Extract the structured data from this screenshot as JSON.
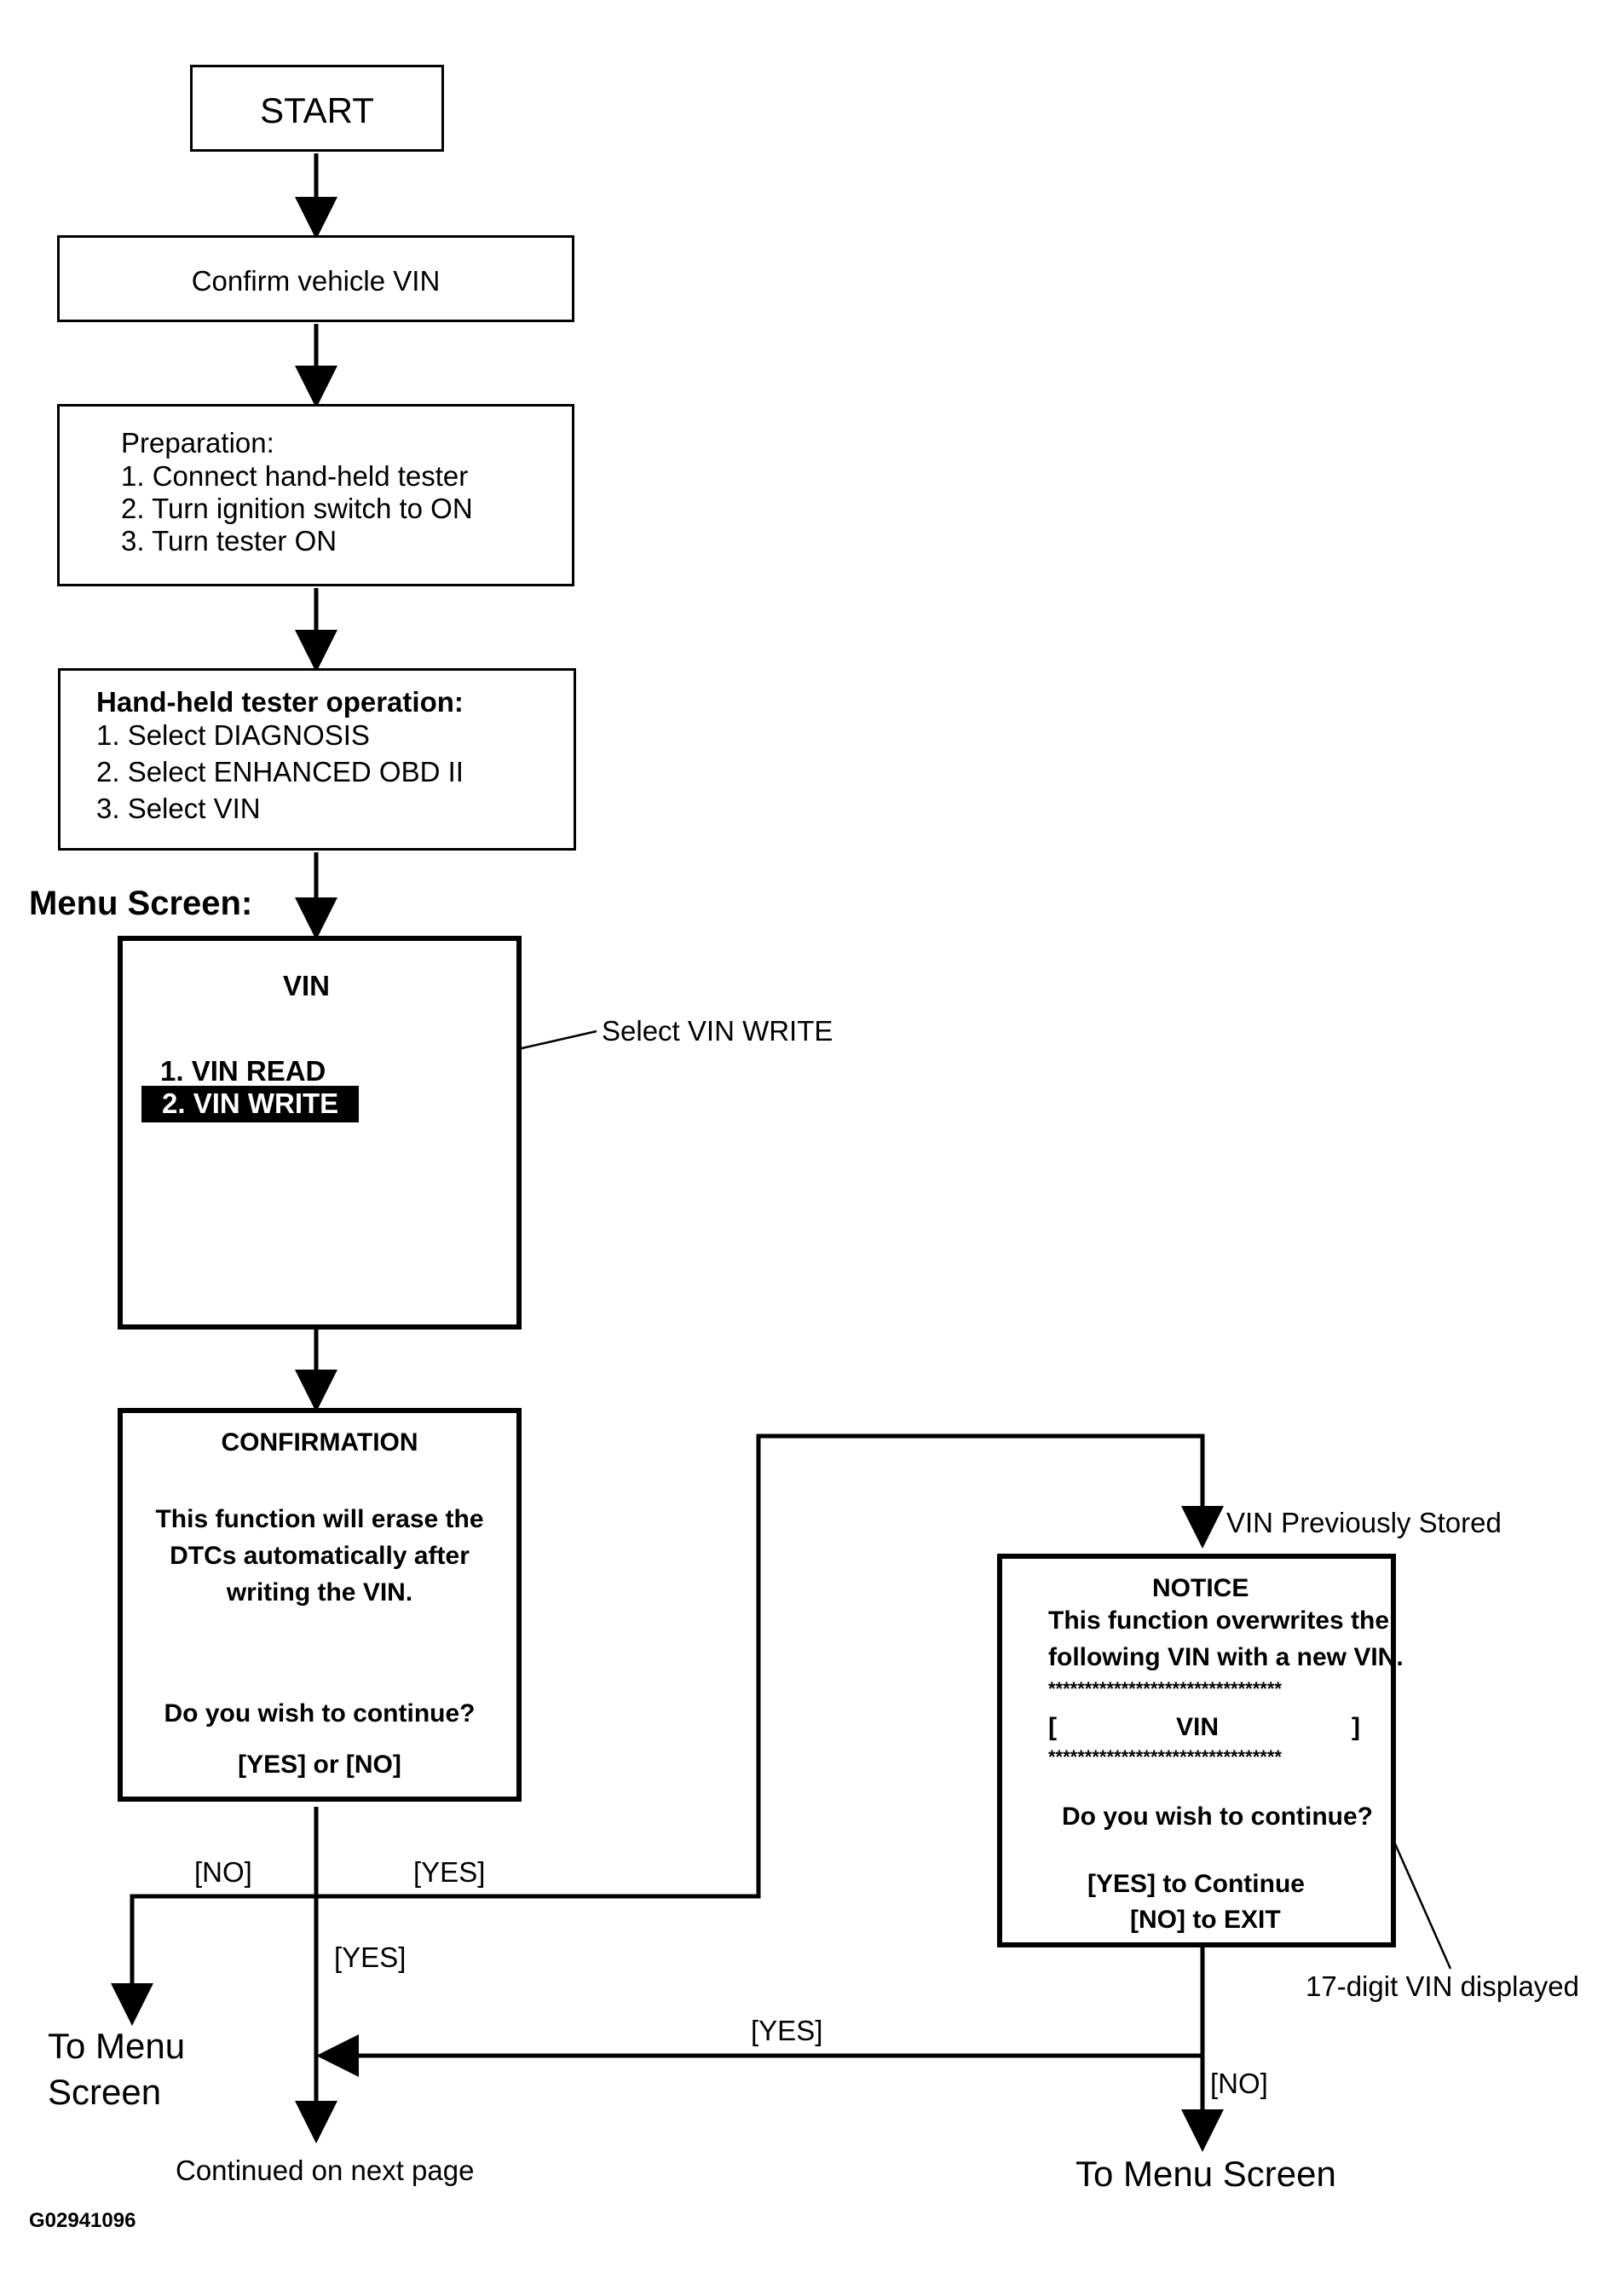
{
  "start": "START",
  "confirm_vin": "Confirm vehicle VIN",
  "preparation": {
    "title": "Preparation:",
    "steps": [
      "1. Connect hand-held tester",
      "2. Turn ignition switch to ON",
      "3. Turn tester ON"
    ]
  },
  "tester_op": {
    "title": "Hand-held tester operation:",
    "steps": [
      "1. Select DIAGNOSIS",
      "2. Select ENHANCED OBD II",
      "3. Select VIN"
    ]
  },
  "menu_screen_label": "Menu Screen:",
  "vin_screen": {
    "title": "VIN",
    "items": [
      "1. VIN READ",
      "2. VIN WRITE"
    ]
  },
  "select_vin_write": "Select VIN WRITE",
  "confirmation": {
    "title": "CONFIRMATION",
    "body": [
      "This function will erase the",
      "DTCs automatically after",
      "writing the VIN."
    ],
    "question": "Do you wish to continue?",
    "options": "[YES] or [NO]"
  },
  "vin_previously_stored": "VIN Previously Stored",
  "notice": {
    "title": "NOTICE",
    "body": [
      "This function overwrites the",
      "following VIN with a new VIN."
    ],
    "stars": "********************************",
    "bracket_open": "[",
    "vin": "VIN",
    "bracket_close": "]",
    "question": "Do you wish to continue?",
    "yes": "[YES] to Continue",
    "no": "[NO] to EXIT"
  },
  "seventeen_digit": "17-digit VIN displayed",
  "labels": {
    "no_left": "[NO]",
    "yes_right": "[YES]",
    "yes_down": "[YES]",
    "yes_bottom": "[YES]",
    "no_bottom": "[NO]"
  },
  "to_menu_left": [
    "To Menu",
    "Screen"
  ],
  "to_menu_right": "To Menu Screen",
  "continued": "Continued on next page",
  "figure_id": "G02941096"
}
